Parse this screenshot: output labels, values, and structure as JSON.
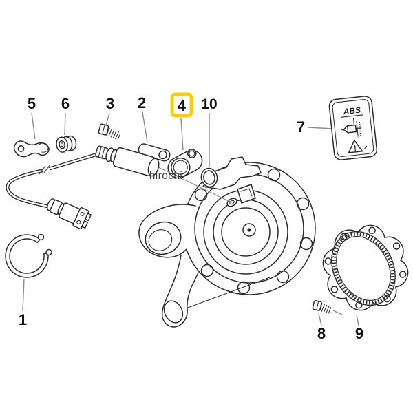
{
  "diagram": {
    "watermark": "hirochi",
    "background_color": "#ffffff",
    "line_color": "#2b2b2b",
    "leader_color": "#8c8c8c",
    "highlight_color": "#ffcc00",
    "callouts": [
      {
        "label": "1",
        "part": "lock-ring",
        "highlighted": false
      },
      {
        "label": "2",
        "part": "pulse-speed-sensor",
        "highlighted": false
      },
      {
        "label": "3",
        "part": "screw",
        "highlighted": false
      },
      {
        "label": "4",
        "part": "sensor-flange-seal",
        "highlighted": true
      },
      {
        "label": "5",
        "part": "cable-bracket",
        "highlighted": false
      },
      {
        "label": "6",
        "part": "grommet",
        "highlighted": false
      },
      {
        "label": "7",
        "part": "abs-warning-label",
        "highlighted": false
      },
      {
        "label": "8",
        "part": "small-screw",
        "highlighted": false
      },
      {
        "label": "9",
        "part": "impulse-ring-gasket",
        "highlighted": false
      },
      {
        "label": "10",
        "part": "o-ring",
        "highlighted": false
      }
    ],
    "abs_label": {
      "logo_text": "ABS",
      "warning_mark": "!"
    }
  }
}
